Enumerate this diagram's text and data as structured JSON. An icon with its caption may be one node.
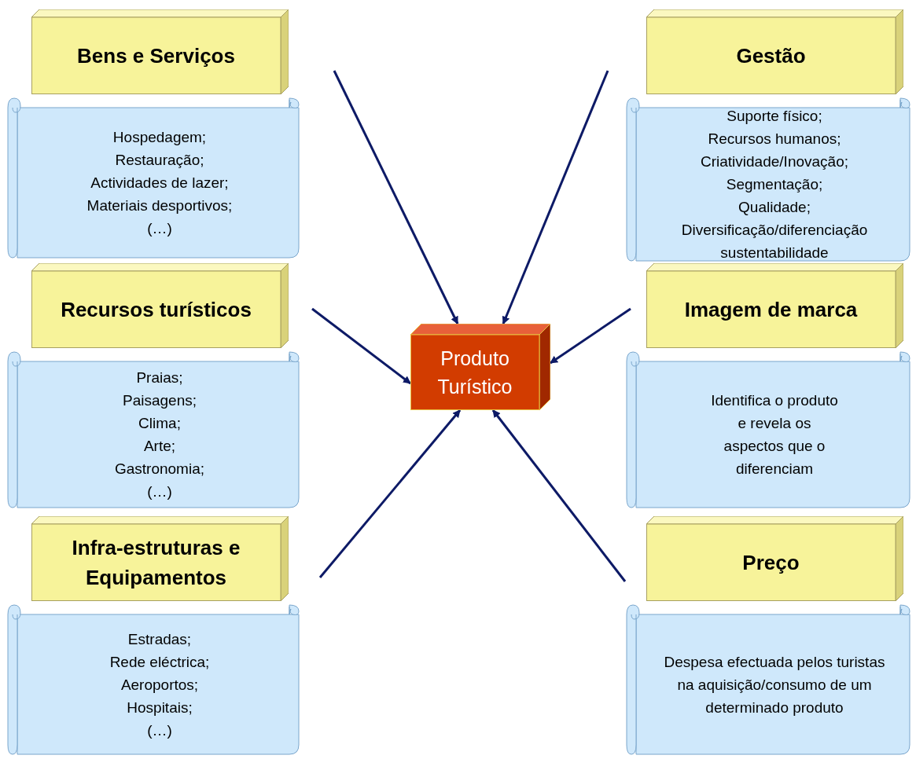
{
  "diagram": {
    "nodes": [
      {
        "text": [
          "Bens e Serviços"
        ]
      },
      {
        "text": [
          "Hospedagem;",
          "Restauração;",
          "Actividades de lazer;",
          "Materiais desportivos;",
          "(…)"
        ]
      },
      {
        "text": [
          "Gestão"
        ]
      },
      {
        "text": [
          "Suporte físico;",
          "Recursos humanos;",
          "Criatividade/Inovação;",
          "Segmentação;",
          "Qualidade;",
          "Diversificação/diferenciação",
          "sustentabilidade"
        ]
      },
      {
        "text": [
          "Recursos turísticos"
        ]
      },
      {
        "text": [
          "Praias;",
          "Paisagens;",
          "Clima;",
          "Arte;",
          "Gastronomia;",
          "(…)"
        ]
      },
      {
        "text": [
          "Produto Turístico"
        ]
      },
      {
        "text": [
          "Imagem de marca"
        ]
      },
      {
        "text": [
          "Identifica o produto e revela os aspectos que o diferenciam"
        ]
      },
      {
        "text": [
          "Infra-estruturas e Equipamentos"
        ]
      },
      {
        "text": [
          "Estradas;",
          "Rede eléctrica;",
          "Aeroportos;",
          "Hospitais;",
          "(…)"
        ]
      },
      {
        "text": [
          "Preço"
        ]
      },
      {
        "text": [
          "Despesa efectuada pelos turistas na aquisição/consumo de um determinado produto"
        ]
      }
    ],
    "edges": [
      {
        "from": null,
        "to": 6,
        "arrow": "to"
      },
      {
        "from": null,
        "to": 6,
        "arrow": "to"
      },
      {
        "from": null,
        "to": 6,
        "arrow": "to"
      },
      {
        "from": null,
        "to": 6,
        "arrow": "to"
      },
      {
        "from": null,
        "to": 6,
        "arrow": "to"
      },
      {
        "from": null,
        "to": 6,
        "arrow": "to"
      }
    ]
  }
}
